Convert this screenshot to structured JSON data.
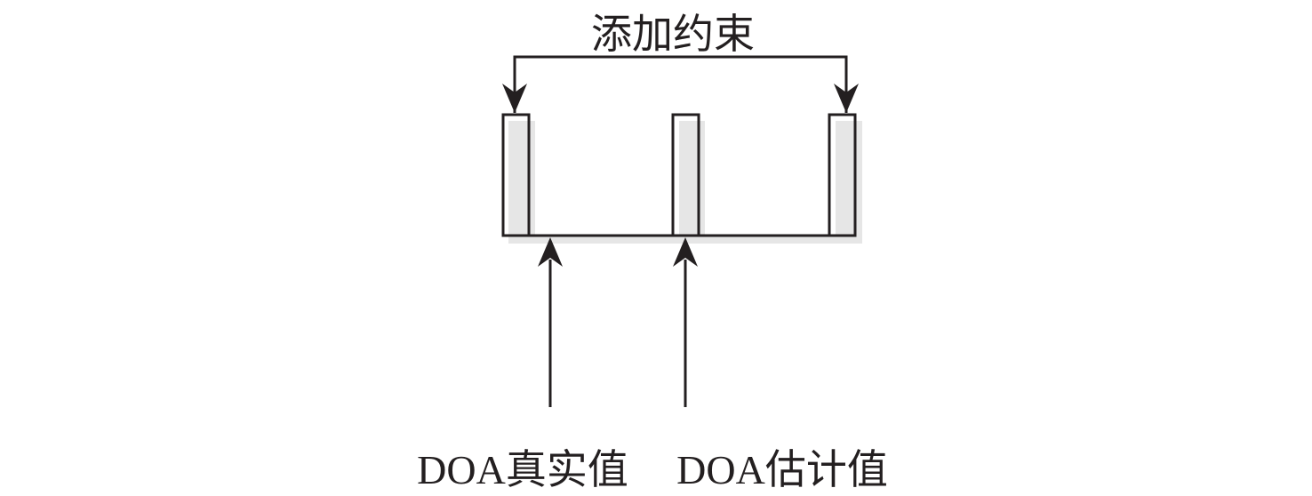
{
  "diagram": {
    "title": "添加约束",
    "labels": {
      "true_doa": "DOA真实值",
      "estimated_doa": "DOA估计值"
    },
    "colors": {
      "stroke": "#231f20",
      "shadow": "#e6e6e6"
    }
  }
}
